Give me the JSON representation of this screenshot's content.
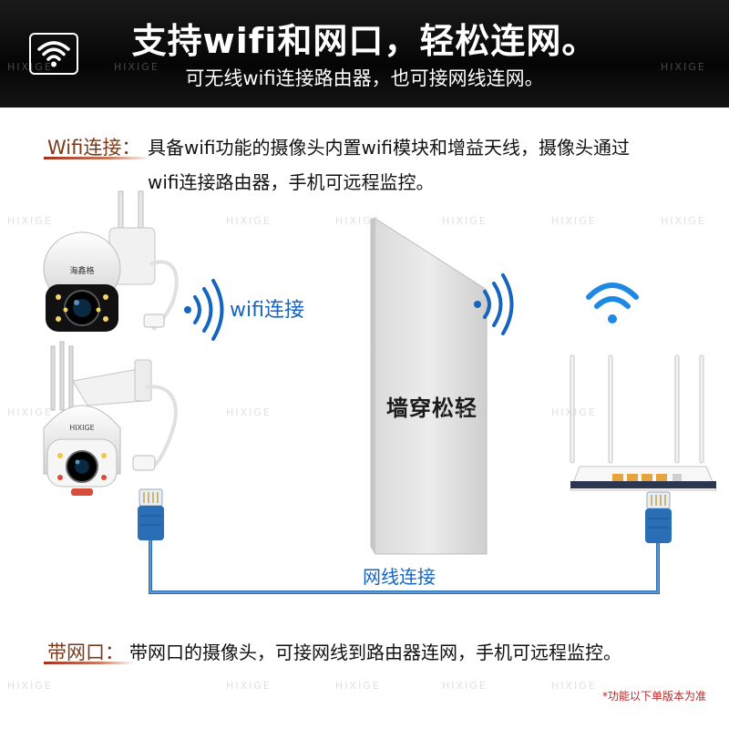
{
  "header": {
    "title": "支持wifi和网口，轻松连网。",
    "subtitle": "可无线wifi连接路由器，也可接网线连网。",
    "icon": "wifi-icon"
  },
  "wifi_section": {
    "label": "Wifi连接",
    "colon": "：",
    "line1": "具备wifi功能的摄像头内置wifi模块和增益天线，摄像头通过",
    "line2": "wifi连接路由器，手机可远程监控。"
  },
  "diagram": {
    "wifi_label": "wifi连接",
    "cable_label": "网线连接",
    "wall_label": "墙穿松轻",
    "camera_top_brand": "海鑫格",
    "camera_bottom_brand": "HIXIGE"
  },
  "port_section": {
    "label": "带网口",
    "colon": "：",
    "text": "带网口的摄像头，可接网线到路由器连网，手机可远程监控。"
  },
  "footnote": "*功能以下单版本为准",
  "watermark": "HIXIGE",
  "colors": {
    "accent_blue": "#1565c0",
    "cable_blue": "#2a6fb5",
    "label_brown": "#7a3a1a",
    "underline_red": "#a3321f",
    "footnote_red": "#b22a2a"
  }
}
